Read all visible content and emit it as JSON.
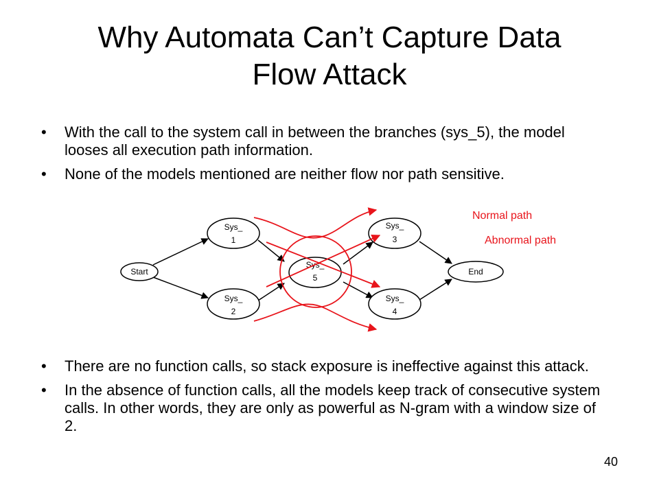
{
  "slide": {
    "title_line1": "Why Automata Can’t Capture Data",
    "title_line2": "Flow Attack",
    "page_number": "40"
  },
  "bullets_top": [
    "With the call to the system call in between the branches (sys_5), the model looses all execution path information.",
    "None of the models mentioned are neither flow nor path sensitive."
  ],
  "bullets_bottom": [
    "There are no function calls, so stack exposure is ineffective against this attack.",
    "In the absence of function calls, all the models keep track of consecutive system calls. In other words, they are only as powerful as N-gram with a window size of 2."
  ],
  "bullet_symbol": "•",
  "diagram": {
    "nodes": {
      "start": "Start",
      "sys1_a": "Sys_",
      "sys1_b": "1",
      "sys2_a": "Sys_",
      "sys2_b": "2",
      "sys5_a": "Sys_",
      "sys5_b": "5",
      "sys3_a": "Sys_",
      "sys3_b": "3",
      "sys4_a": "Sys_",
      "sys4_b": "4",
      "end": "End"
    },
    "legend": {
      "normal": "Normal path",
      "abnormal": "Abnormal path"
    },
    "colors": {
      "path": "#e8141b",
      "node_stroke": "#000000",
      "node_fill": "#ffffff"
    }
  }
}
